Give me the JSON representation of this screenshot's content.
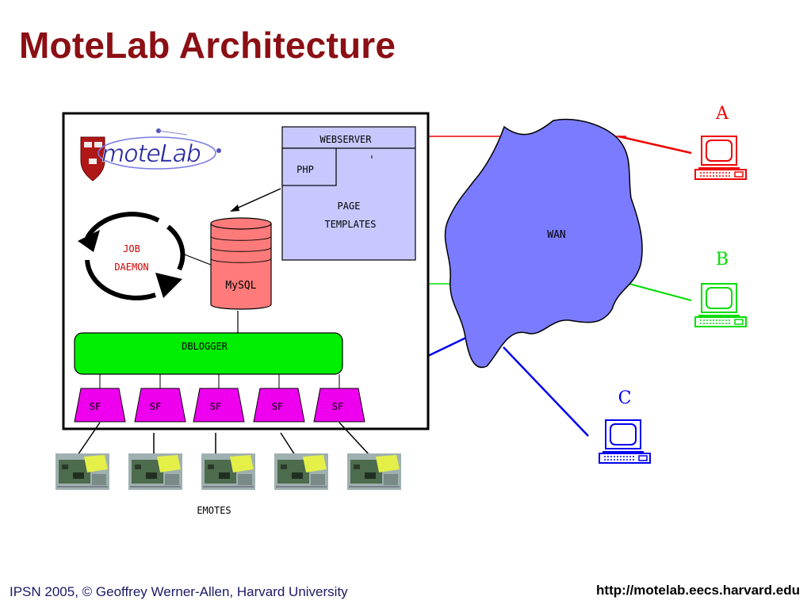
{
  "slide": {
    "title": "MoteLab Architecture",
    "footer_left": "IPSN 2005, © Geoffrey Werner-Allen, Harvard University",
    "footer_right": "http://motelab.eecs.harvard.edu"
  },
  "diagram": {
    "logo_text": "moteLab",
    "webserver": "WEBSERVER",
    "php": "PHP",
    "templates_line1": "PAGE",
    "templates_line2": "TEMPLATES",
    "job_line1": "JOB",
    "job_line2": "DAEMON",
    "mysql": "MySQL",
    "dblogger": "DBLOGGER",
    "sf_label": "SF",
    "wan": "WAN",
    "emotes": "EMOTES",
    "client_a": "A",
    "client_b": "B",
    "client_c": "C"
  },
  "colors": {
    "title": "#8b0f14",
    "webserver_fill": "#c8c8ff",
    "mysql_fill": "#ff7b7b",
    "dblogger_fill": "#00ee00",
    "sf_fill": "#ee00ee",
    "wan_fill": "#7b7bff",
    "client_a": "#ee0000",
    "client_b": "#00dd00",
    "client_c": "#0000ee"
  }
}
